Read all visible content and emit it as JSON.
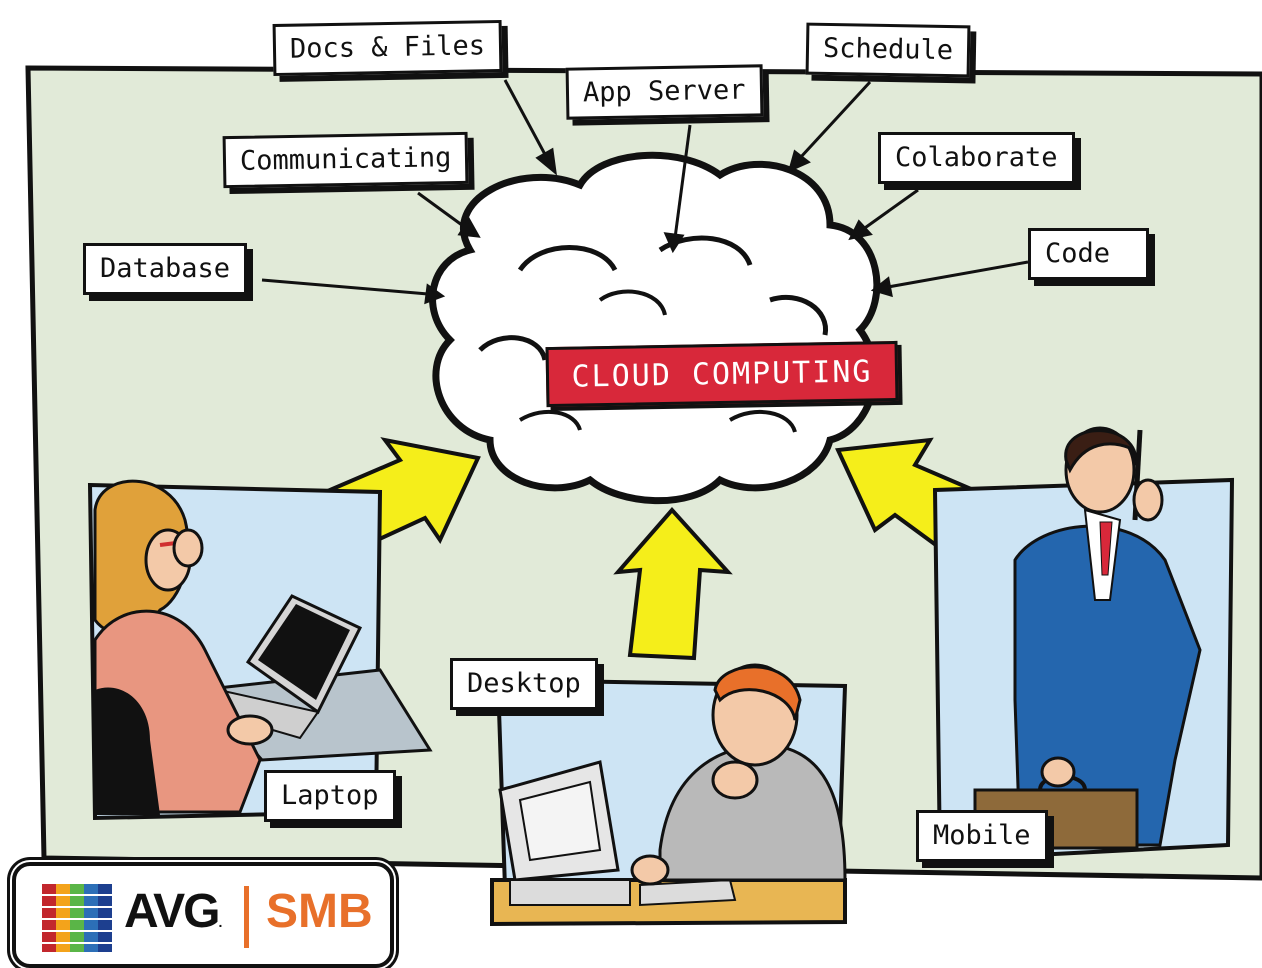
{
  "diagram": {
    "center_label": "CLOUD COMPUTING",
    "services": {
      "docs_files": "Docs & Files",
      "app_server": "App Server",
      "schedule": "Schedule",
      "communicating": "Communicating",
      "colaborate": "Colaborate",
      "database": "Database",
      "code": "Code"
    },
    "devices": {
      "laptop": "Laptop",
      "desktop": "Desktop",
      "mobile": "Mobile"
    }
  },
  "logo": {
    "brand": "AVG",
    "trademark": ".",
    "product": "SMB"
  },
  "colors": {
    "background_panel": "#e1ead8",
    "banner_red": "#d8283a",
    "arrow_yellow": "#f5ee1a",
    "window_blue": "#cde4f4",
    "smb_orange": "#e8702a"
  }
}
